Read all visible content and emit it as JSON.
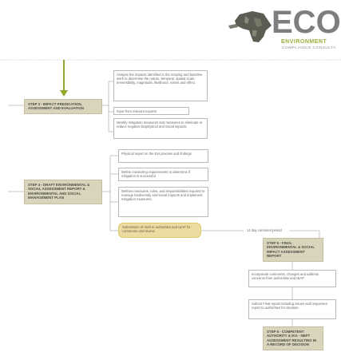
{
  "logo": {
    "text": "ECO",
    "subtitle": "ENVIRONMENT",
    "tagline": "COMPLIANCE CONSULTA",
    "accent": "#9fae3b"
  },
  "steps": [
    {
      "label": "STEP 3 - IMPACT PREDICATION, ASSESSMENT AND EVALUATION"
    },
    {
      "label": "STEP 4 - DRAFT ENVIRONMENTAL & SOCIAL ASSESSMENT REPORT & ENVIRONMENTAL AND SOCIAL MANAGEMENT PLAN"
    },
    {
      "label": "STEP 5 - FINAL ENVIRONMENTAL & SOCIAL IMPACT ASSESSMENT REPORT"
    },
    {
      "label": "STEP 6 - COMPETENT AUTHORITY & IKA - NEPT ASSESSMENT Resulting in a RECORD OF DECISION"
    }
  ],
  "step3_notes": [
    "Analyse the impacts identified in the scoping and baseline work to determine the nature, temporal, spatial scale, irreversibility, magnitude, likelihood, extent and effect.",
    "Input from relevant experts",
    "Identify mitigation measures and measures to eliminate or reduce negative biophysical and social impacts."
  ],
  "step4_notes": [
    "Physical report on the EIA process and findings",
    "Define monitoring requirements to determine if mitigation is successful",
    "Defines measures, roles, and responsibilities required to manage biodiversity and social impacts and implement mitigation measures."
  ],
  "submission": "Submission of draft to authorities and I&AP for comments and review",
  "comment_period": "14 day comment period",
  "step5_notes": [
    "Incorporate comments, changes and address concerns from authorities and I&AP.",
    "Submit Final report including issues and responses report to authorities for decision"
  ],
  "colors": {
    "step_fill": "#d9d4bc",
    "pill_fill": "#ecdca2",
    "arrow_green": "#8faa2b"
  }
}
